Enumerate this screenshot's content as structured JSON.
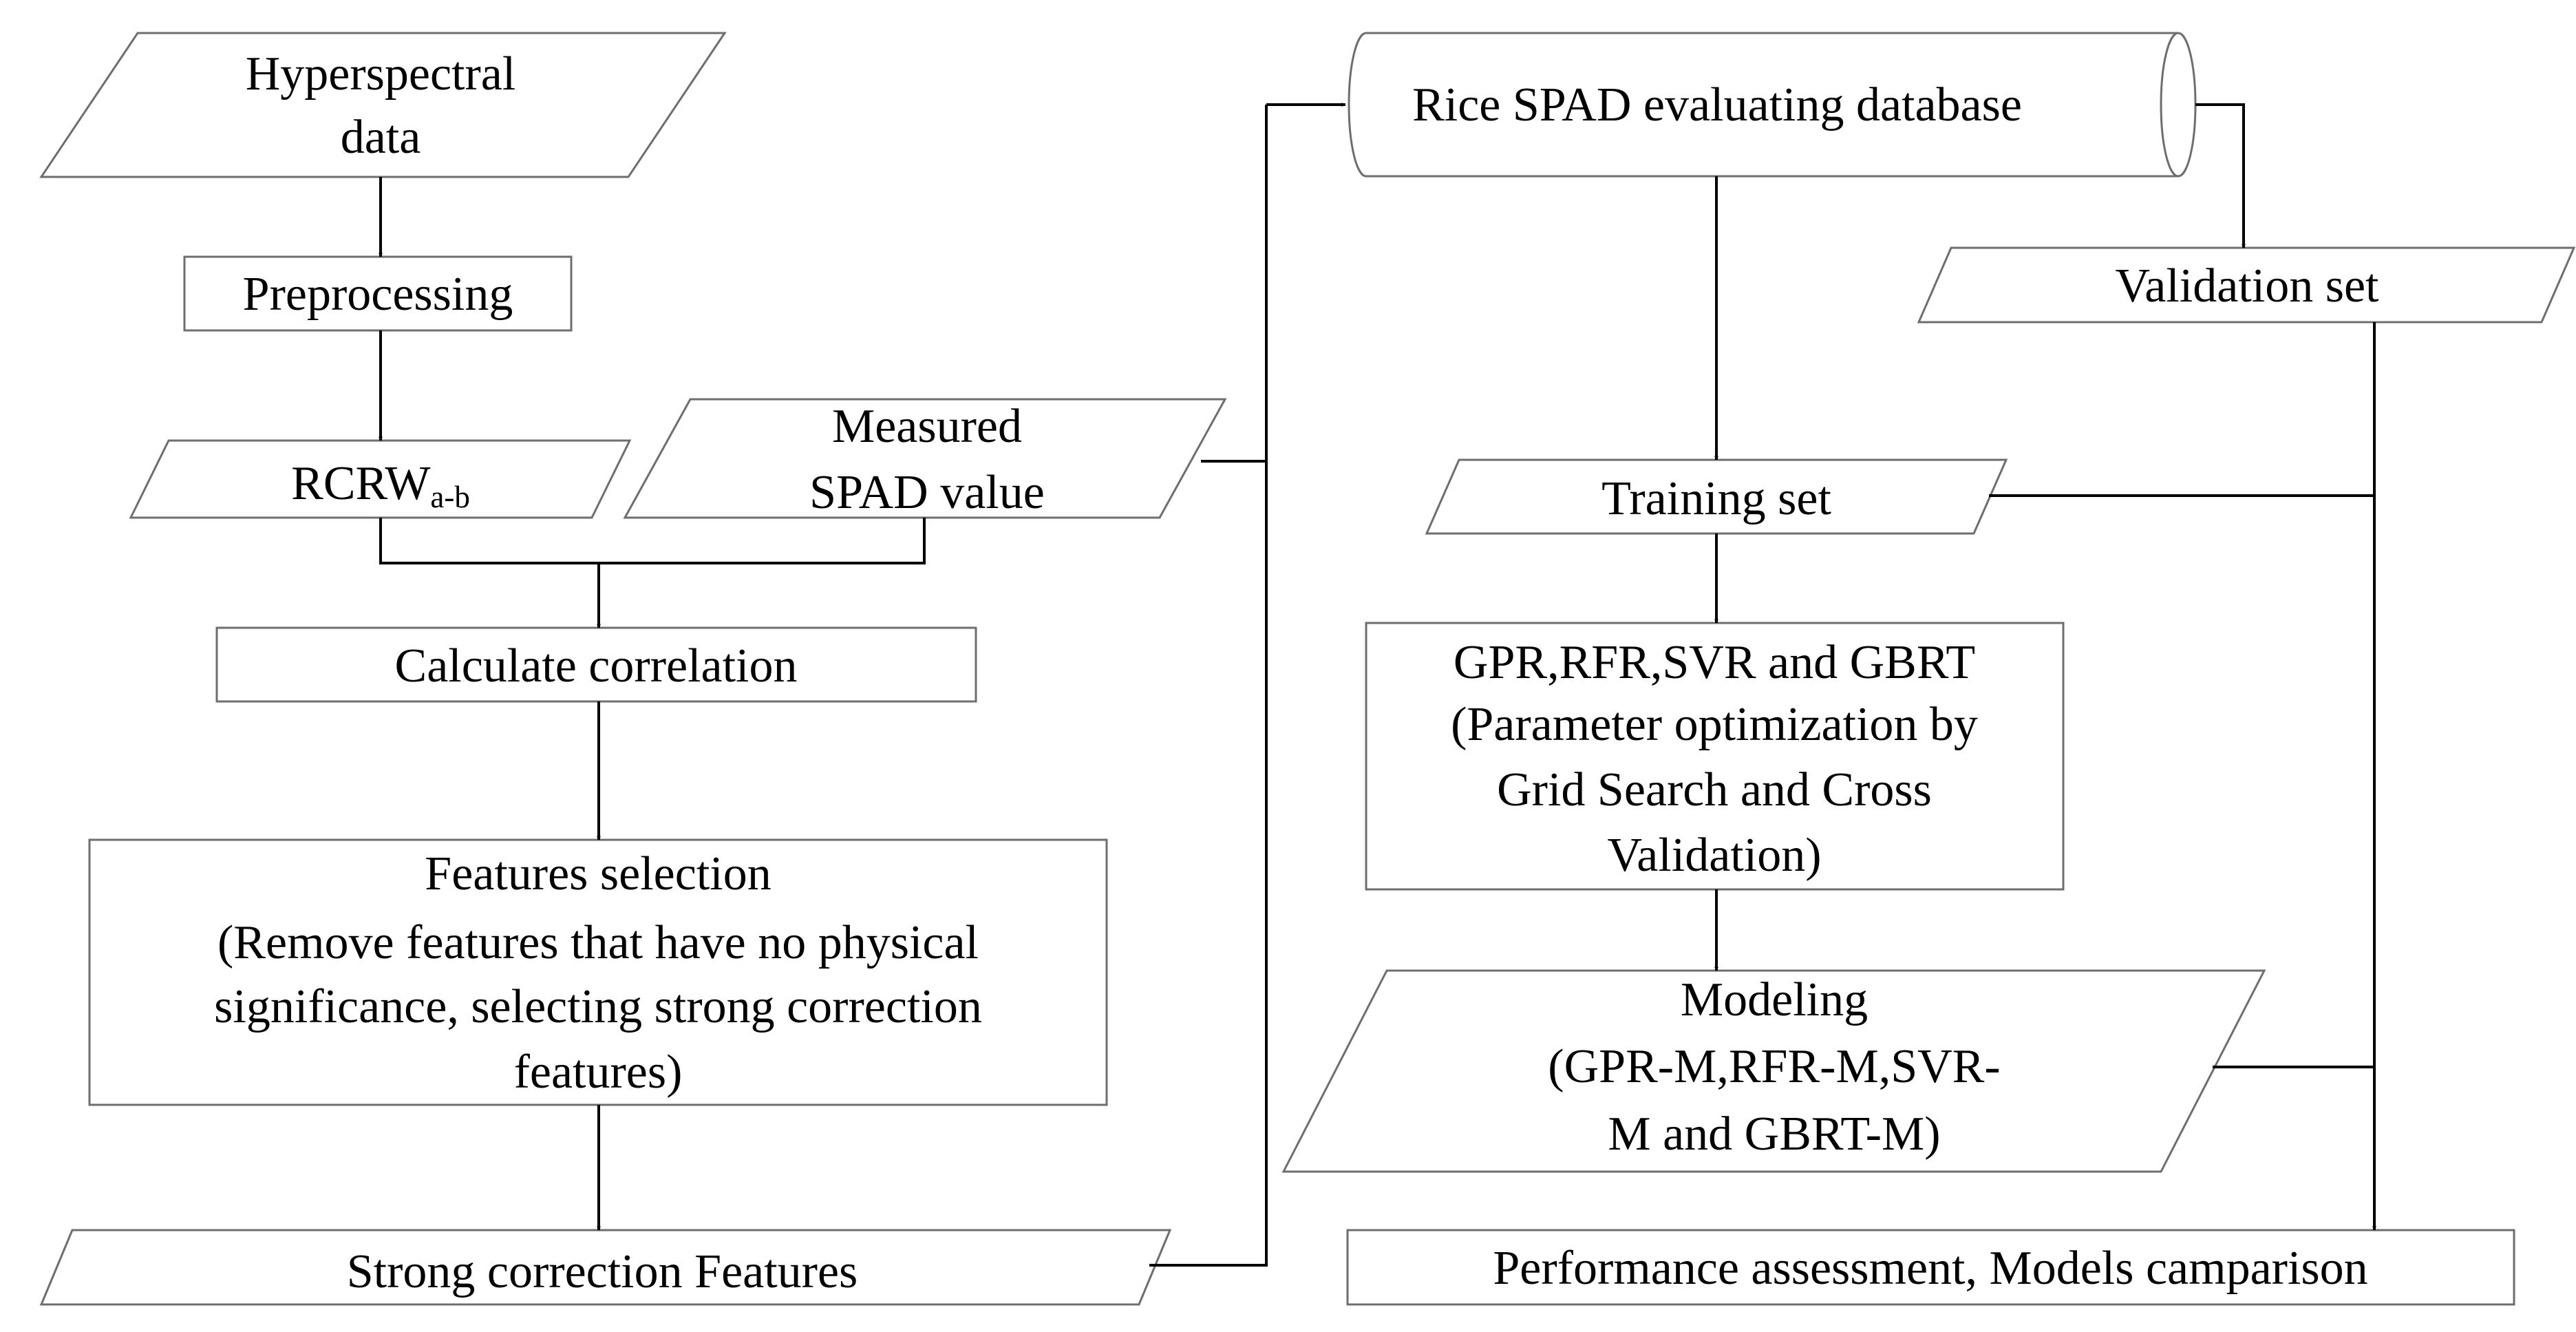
{
  "nodes": {
    "hyperspectral": {
      "lines": [
        "Hyperspectral",
        "data"
      ]
    },
    "preprocessing": {
      "lines": [
        "Preprocessing"
      ]
    },
    "rcrw": {
      "main": "RCRW",
      "sub": "a-b"
    },
    "measured_spad": {
      "lines": [
        "Measured",
        "SPAD value"
      ]
    },
    "calc_corr": {
      "lines": [
        "Calculate correlation"
      ]
    },
    "features_selection": {
      "lines": [
        "Features selection",
        "(Remove features that have no physical",
        "significance, selecting strong correction",
        "features)"
      ]
    },
    "strong_features": {
      "lines": [
        "Strong correction Features"
      ]
    },
    "database": {
      "lines": [
        "Rice SPAD evaluating database"
      ]
    },
    "validation_set": {
      "lines": [
        "Validation set"
      ]
    },
    "training_set": {
      "lines": [
        "Training set"
      ]
    },
    "algorithms": {
      "lines": [
        "GPR,RFR,SVR and GBRT",
        "(Parameter optimization by",
        "Grid Search and Cross",
        "Validation)"
      ]
    },
    "modeling": {
      "lines": [
        "Modeling",
        "(GPR-M,RFR-M,SVR-",
        "M and GBRT-M)"
      ]
    },
    "performance": {
      "lines": [
        "Performance assessment, Models camparison"
      ]
    }
  },
  "colors": {
    "shape_stroke": "#6e6e6e",
    "connector": "#000000",
    "background": "#ffffff"
  }
}
